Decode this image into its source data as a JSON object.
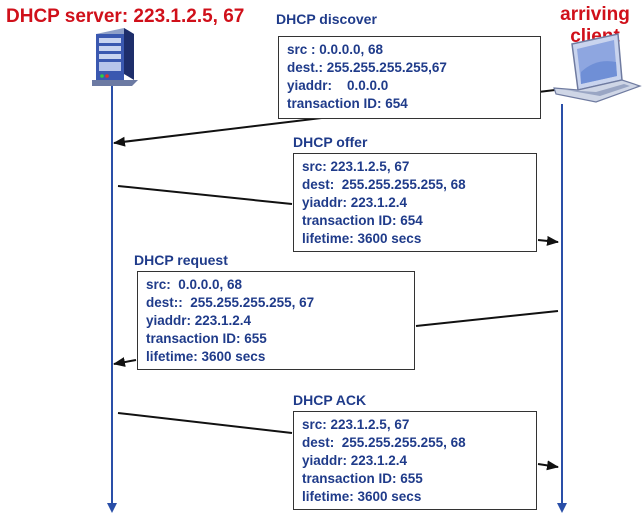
{
  "server_title": "DHCP server: 223.1.2.5, 67",
  "client_title": [
    "arriving",
    "client"
  ],
  "messages": [
    {
      "label": "DHCP discover",
      "lines": [
        "src : 0.0.0.0, 68",
        "dest.: 255.255.255.255,67",
        "yiaddr:    0.0.0.0",
        "transaction ID: 654"
      ]
    },
    {
      "label": "DHCP offer",
      "lines": [
        "src: 223.1.2.5, 67",
        "dest:  255.255.255.255, 68",
        "yiaddr: 223.1.2.4",
        "transaction ID: 654",
        "lifetime: 3600 secs"
      ]
    },
    {
      "label": "DHCP request",
      "lines": [
        "src:  0.0.0.0, 68",
        "dest::  255.255.255.255, 67",
        "yiaddr: 223.1.2.4",
        "transaction ID: 655",
        "lifetime: 3600 secs"
      ]
    },
    {
      "label": "DHCP ACK",
      "lines": [
        "src: 223.1.2.5, 67",
        "dest:  255.255.255.255, 68",
        "yiaddr: 223.1.2.4",
        "transaction ID: 655",
        "lifetime: 3600 secs"
      ]
    }
  ],
  "colors": {
    "title": "#d0101a",
    "message_text": "#1f3b8a",
    "timeline": "#2a4fa8",
    "arrow": "#111111"
  },
  "icons": {
    "server": "server-tower-icon",
    "client": "laptop-icon"
  }
}
